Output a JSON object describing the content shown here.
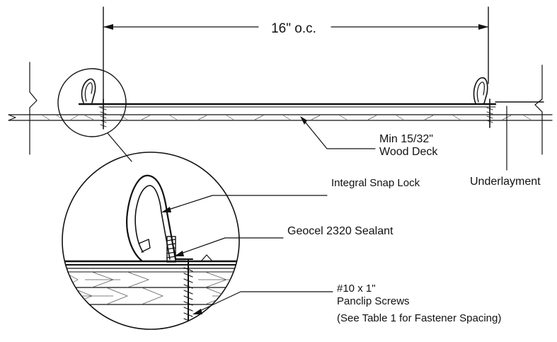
{
  "dimension": {
    "spacing_label": "16\" o.c."
  },
  "labels": {
    "deck": [
      "Min 15/32\"",
      "Wood Deck"
    ],
    "underlayment": "Underlayment",
    "snap_lock": "Integral Snap Lock",
    "sealant": "Geocel 2320 Sealant",
    "screws": [
      "#10 x 1\"",
      "Panclip Screws"
    ],
    "fastener_note": "(See Table 1 for Fastener Spacing)"
  },
  "colors": {
    "line": "#111111",
    "background": "#ffffff"
  }
}
